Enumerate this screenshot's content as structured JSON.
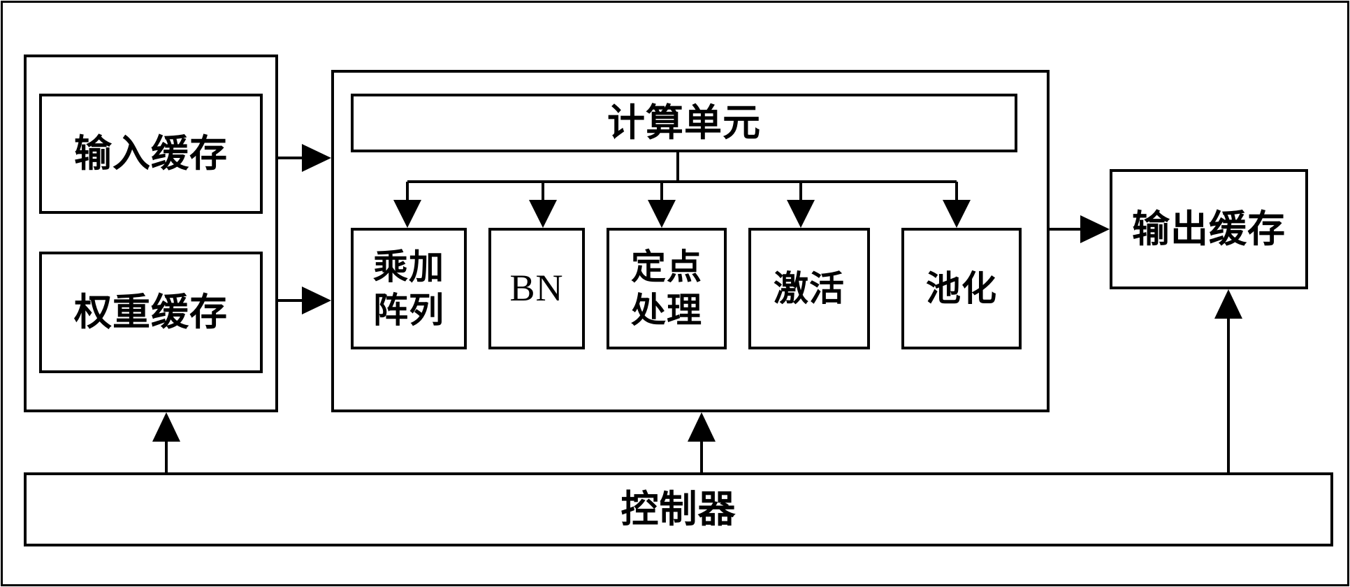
{
  "diagram": {
    "buffers": {
      "input_buffer": "输入缓存",
      "weight_buffer": "权重缓存"
    },
    "compute": {
      "title": "计算单元",
      "units": {
        "mac_array": "乘加阵列",
        "bn": "BN",
        "fixed_point": "定点处理",
        "activation": "激活",
        "pooling": "池化"
      }
    },
    "output_buffer": "输出缓存",
    "controller": "控制器"
  }
}
